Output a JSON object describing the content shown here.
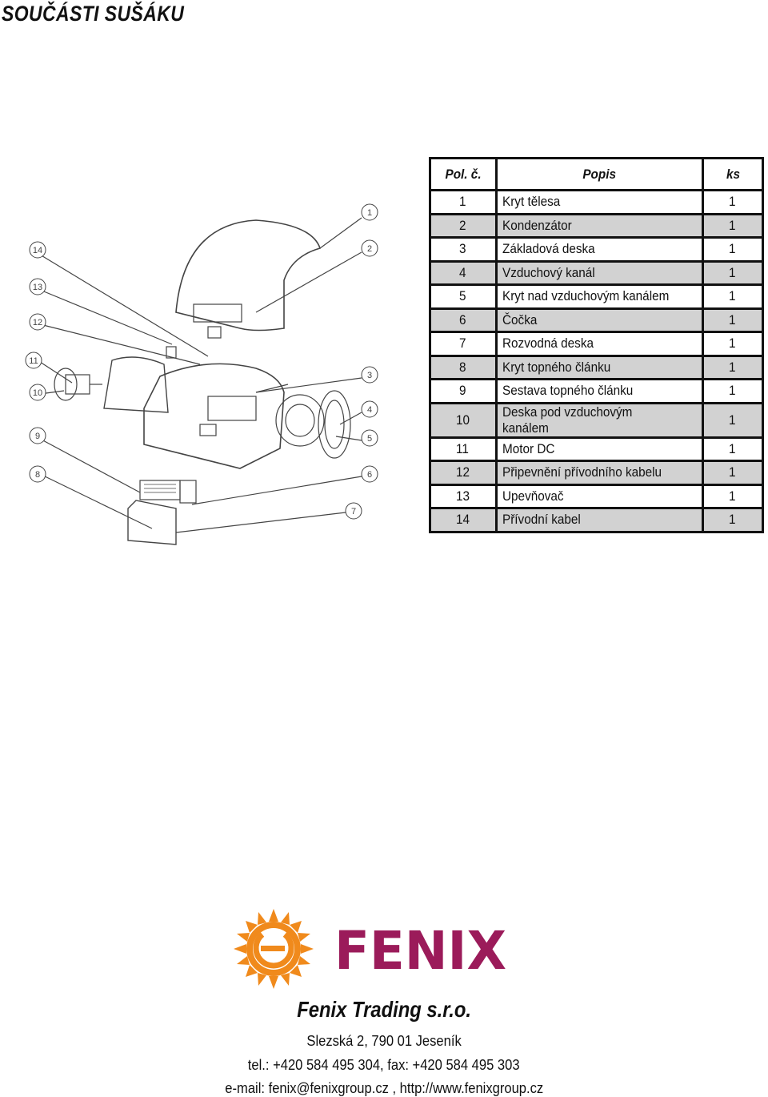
{
  "title": "SOUČÁSTI SUŠÁKU",
  "diagram": {
    "callouts": [
      "1",
      "2",
      "3",
      "4",
      "5",
      "6",
      "7",
      "8",
      "9",
      "10",
      "11",
      "12",
      "13",
      "14"
    ]
  },
  "table": {
    "headers": {
      "pos": "Pol. č.",
      "desc": "Popis",
      "qty": "ks"
    },
    "rows": [
      {
        "pos": "1",
        "desc": "Kryt tělesa",
        "qty": "1"
      },
      {
        "pos": "2",
        "desc": "Kondenzátor",
        "qty": "1"
      },
      {
        "pos": "3",
        "desc": "Základová deska",
        "qty": "1"
      },
      {
        "pos": "4",
        "desc": "Vzduchový kanál",
        "qty": "1"
      },
      {
        "pos": "5",
        "desc": "Kryt nad vzduchovým kanálem",
        "qty": "1"
      },
      {
        "pos": "6",
        "desc": "Čočka",
        "qty": "1"
      },
      {
        "pos": "7",
        "desc": "Rozvodná deska",
        "qty": "1"
      },
      {
        "pos": "8",
        "desc": "Kryt topného článku",
        "qty": "1"
      },
      {
        "pos": "9",
        "desc": "Sestava topného článku",
        "qty": "1"
      },
      {
        "pos": "10",
        "desc": "Deska pod vzduchovým kanálem",
        "qty": "1"
      },
      {
        "pos": "11",
        "desc": "Motor DC",
        "qty": "1"
      },
      {
        "pos": "12",
        "desc": "Připevnění přívodního kabelu",
        "qty": "1"
      },
      {
        "pos": "13",
        "desc": "Upevňovač",
        "qty": "1"
      },
      {
        "pos": "14",
        "desc": "Přívodní kabel",
        "qty": "1"
      }
    ]
  },
  "logo": {
    "text": "FENIX",
    "brand_color": "#9b1b5a",
    "sun_color": "#f08a1c"
  },
  "company": {
    "name": "Fenix Trading s.r.o.",
    "address": "Slezská 2, 790 01 Jeseník",
    "phone": "tel.: +420 584 495 304, fax: +420 584 495 303",
    "contact": "e-mail: fenix@fenixgroup.cz , http://www.fenixgroup.cz"
  }
}
